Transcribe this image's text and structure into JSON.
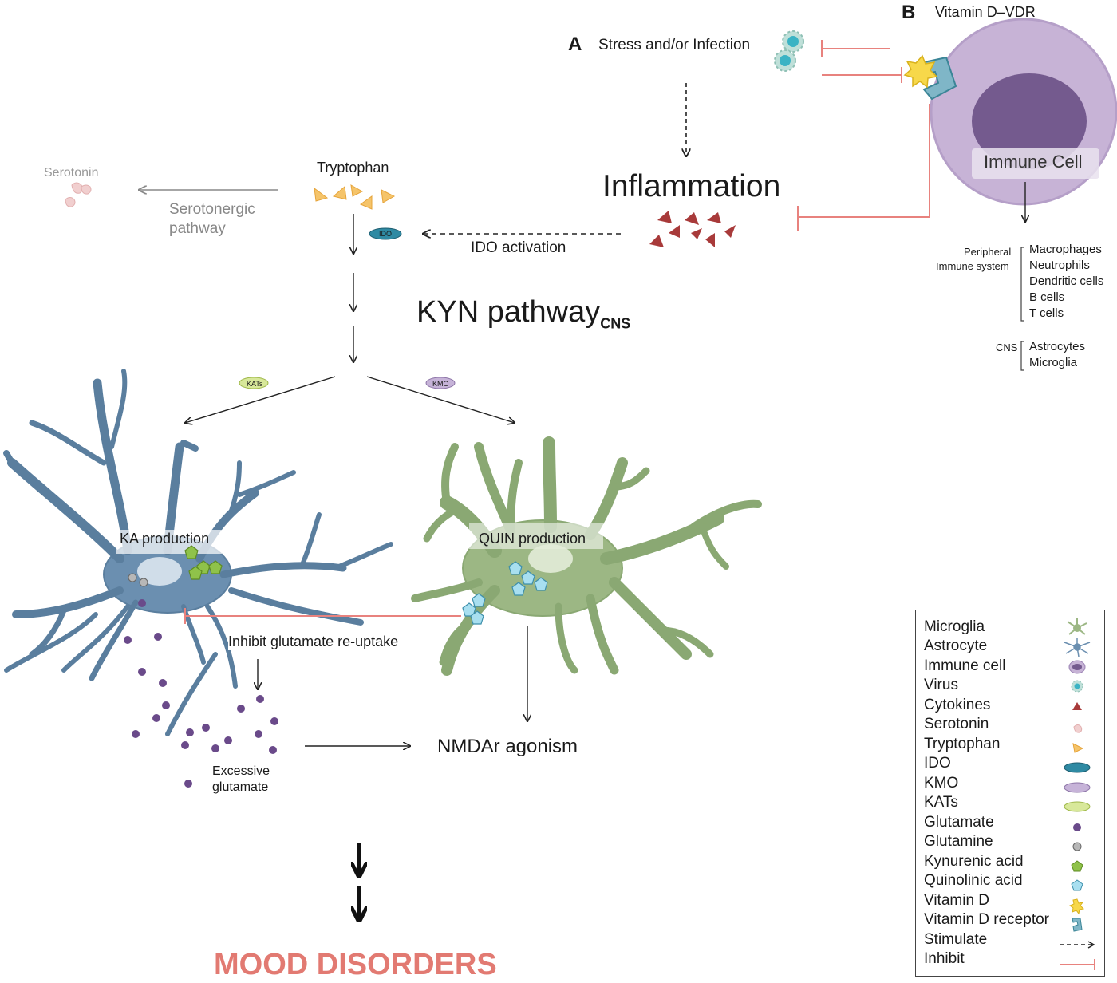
{
  "panel_a": {
    "letter": "A",
    "title": "Stress and/or Infection"
  },
  "panel_b": {
    "letter": "B",
    "title": "Vitamin D–VDR",
    "immune_cell_label": "Immune Cell"
  },
  "inflammation": "Inflammation",
  "tryptophan": "Tryptophan",
  "serotonin": "Serotonin",
  "serotonergic_pathway": [
    "Serotonergic",
    "pathway"
  ],
  "ido_activation": "IDO activation",
  "kyn_pathway": {
    "main": "KYN pathway",
    "sub": "CNS"
  },
  "enzymes": {
    "ido": "IDO",
    "kats": "KATs",
    "kmo": "KMO"
  },
  "ka_production": "KA production",
  "quin_production": "QUIN production",
  "inhibit_label": "Inhibit glutamate re-uptake",
  "excessive_glutamate": [
    "Excessive",
    "glutamate"
  ],
  "nmdar": "NMDAr agonism",
  "outcome": "MOOD DISORDERS",
  "immune_groups": {
    "peripheral_label": [
      "Peripheral",
      "Immune system"
    ],
    "peripheral_items": [
      "Macrophages",
      "Neutrophils",
      "Dendritic cells",
      "B cells",
      "T cells"
    ],
    "cns_label": "CNS",
    "cns_items": [
      "Astrocytes",
      "Microglia"
    ]
  },
  "legend": [
    {
      "label": "Microglia",
      "icon": "microglia-icon"
    },
    {
      "label": "Astrocyte",
      "icon": "astrocyte-icon"
    },
    {
      "label": "Immune cell",
      "icon": "immune-cell-icon"
    },
    {
      "label": "Virus",
      "icon": "virus-icon"
    },
    {
      "label": "Cytokines",
      "icon": "cytokine-icon"
    },
    {
      "label": "Serotonin",
      "icon": "serotonin-icon"
    },
    {
      "label": "Tryptophan",
      "icon": "tryptophan-icon"
    },
    {
      "label": "IDO",
      "icon": "ido-icon"
    },
    {
      "label": "KMO",
      "icon": "kmo-icon"
    },
    {
      "label": "KATs",
      "icon": "kats-icon"
    },
    {
      "label": "Glutamate",
      "icon": "glutamate-icon"
    },
    {
      "label": "Glutamine",
      "icon": "glutamine-icon"
    },
    {
      "label": "Kynurenic acid",
      "icon": "kynurenic-acid-icon"
    },
    {
      "label": "Quinolinic acid",
      "icon": "quinolinic-acid-icon"
    },
    {
      "label": "Vitamin D",
      "icon": "vitamin-d-icon"
    },
    {
      "label": "Vitamin D receptor",
      "icon": "vdr-icon"
    },
    {
      "label": "Stimulate",
      "icon": "stimulate-arrow-icon"
    },
    {
      "label": "Inhibit",
      "icon": "inhibit-line-icon"
    }
  ],
  "colors": {
    "inhibit": "#e8827e",
    "astrocyte": "#6b8fb0",
    "microglia": "#9cb784",
    "cytokine": "#a83a3a",
    "tryptophan": "#f5c46a",
    "ido": "#2f8aa3",
    "kmo": "#c6b3d8",
    "kats": "#d8e89a",
    "glutamate": "#6a4a8a",
    "immune_outer": "#c7b3d6",
    "immune_nucleus": "#745a8e",
    "outcome": "#e27a72"
  }
}
